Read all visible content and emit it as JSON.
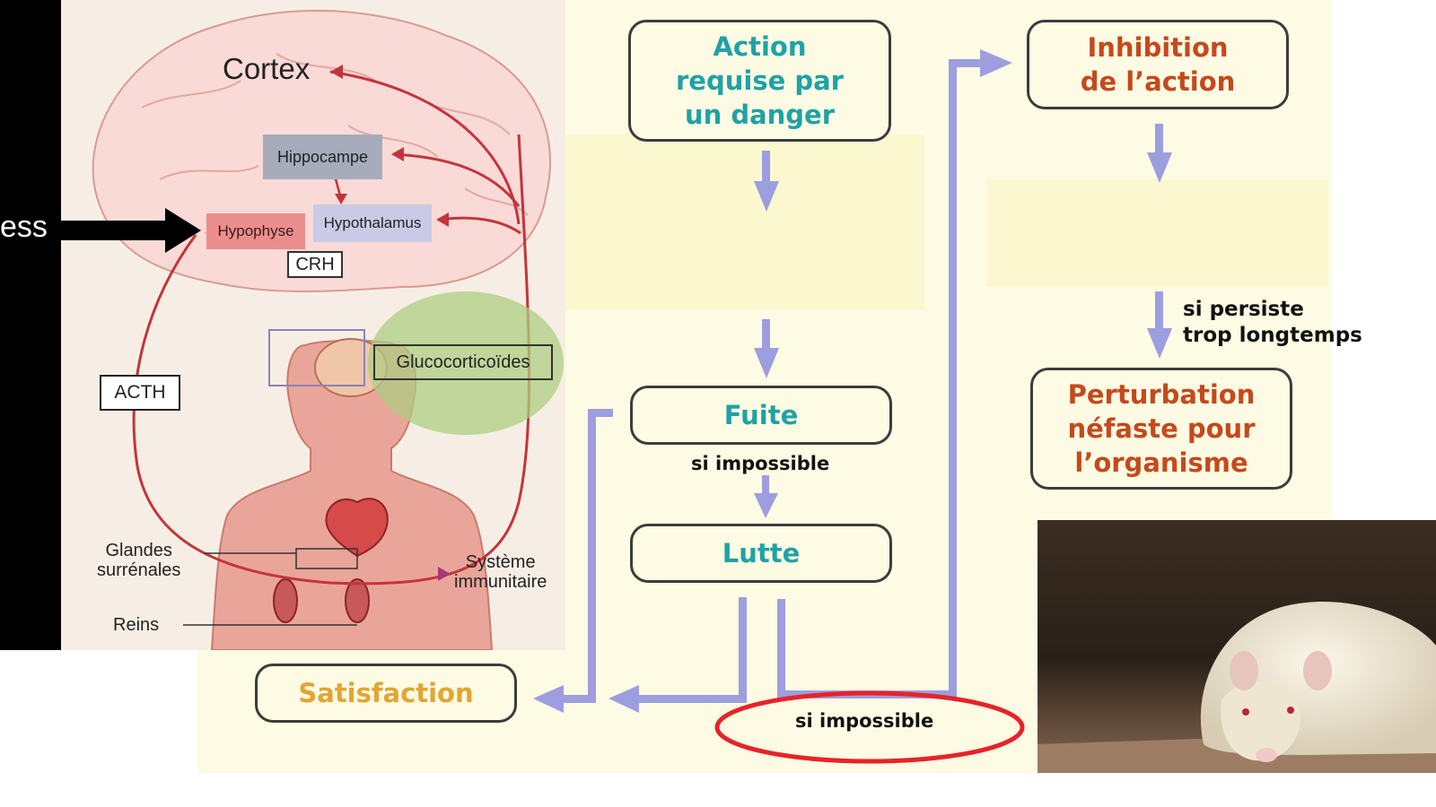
{
  "anatomy": {
    "stress_label": "ess",
    "cortex": "Cortex",
    "hippocampe": "Hippocampe",
    "hypophyse": "Hypophyse",
    "hypothalamus": "Hypothalamus",
    "crh": "CRH",
    "acth": "ACTH",
    "glucocorticoides": "Glucocorticoïdes",
    "glandes_line1": "Glandes",
    "glandes_line2": "surrénales",
    "reins": "Reins",
    "systeme_line1": "Système",
    "systeme_line2": "immunitaire"
  },
  "flow": {
    "action_l1": "Action",
    "action_l2": "requise par",
    "action_l3": "un danger",
    "fuite": "Fuite",
    "si_impossible_1": "si impossible",
    "lutte": "Lutte",
    "satisfaction": "Satisfaction",
    "si_impossible_2": "si impossible",
    "inhibition_l1": "Inhibition",
    "inhibition_l2": "de l’action",
    "si_persiste_l1": "si persiste",
    "si_persiste_l2": "trop longtemps",
    "perturbation_l1": "Perturbation",
    "perturbation_l2": "néfaste pour",
    "perturbation_l3": "l’organisme"
  },
  "colors": {
    "arrow": "#9c9ee0",
    "teal_text": "#1fa2a6",
    "red_text": "#c5491d",
    "orange_text": "#e3a532",
    "highlight_ellipse": "#e8222a",
    "anatomy_red": "#c4343c"
  }
}
